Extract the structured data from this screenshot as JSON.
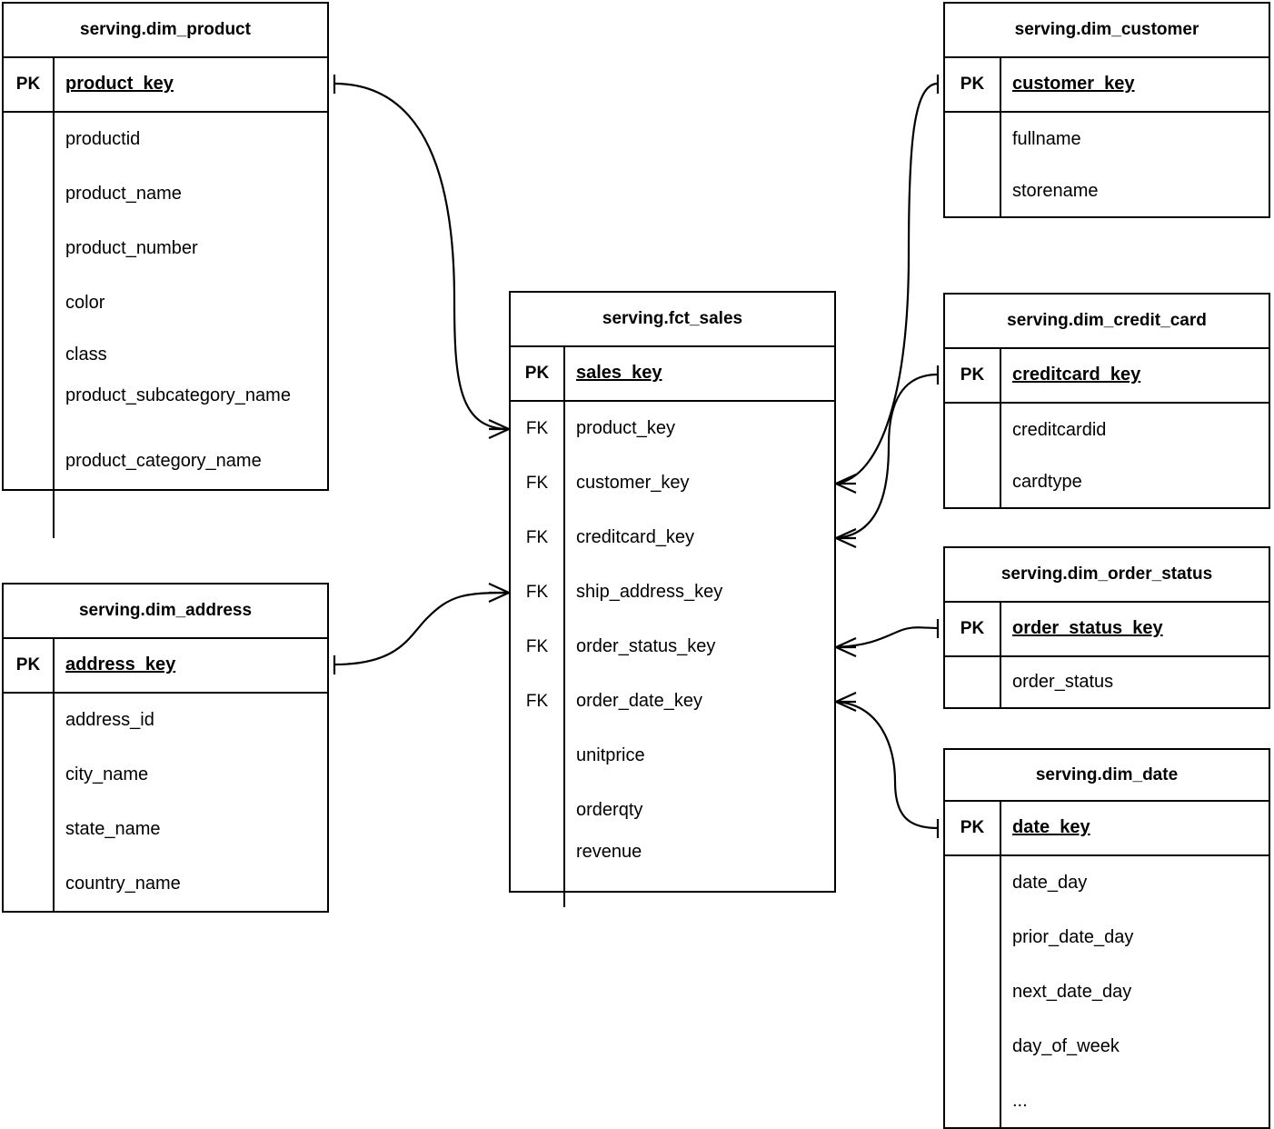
{
  "diagram": {
    "title": "Star schema ERD",
    "notation": "crow's foot",
    "background": "#ffffff",
    "line_color": "#000000"
  },
  "entities": {
    "dim_product": {
      "title": "serving.dim_product",
      "pk_label": "PK",
      "pk_field": "product_key",
      "fields": [
        "productid",
        "product_name",
        "product_number",
        "color",
        "class",
        "product_subcategory_name",
        "product_category_name"
      ]
    },
    "dim_address": {
      "title": "serving.dim_address",
      "pk_label": "PK",
      "pk_field": "address_key",
      "fields": [
        "address_id",
        "city_name",
        "state_name",
        "country_name"
      ]
    },
    "fct_sales": {
      "title": "serving.fct_sales",
      "pk_label": "PK",
      "pk_field": "sales_key",
      "fk_label": "FK",
      "fk_fields": [
        "product_key",
        "customer_key",
        "creditcard_key",
        "ship_address_key",
        "order_status_key",
        "order_date_key"
      ],
      "measures": [
        "unitprice",
        "orderqty",
        "revenue"
      ]
    },
    "dim_customer": {
      "title": "serving.dim_customer",
      "pk_label": "PK",
      "pk_field": "customer_key",
      "fields": [
        "fullname",
        "storename"
      ]
    },
    "dim_credit_card": {
      "title": "serving.dim_credit_card",
      "pk_label": "PK",
      "pk_field": "creditcard_key",
      "fields": [
        "creditcardid",
        "cardtype"
      ]
    },
    "dim_order_status": {
      "title": "serving.dim_order_status",
      "pk_label": "PK",
      "pk_field": "order_status_key",
      "fields": [
        "order_status"
      ]
    },
    "dim_date": {
      "title": "serving.dim_date",
      "pk_label": "PK",
      "pk_field": "date_key",
      "fields": [
        "date_day",
        "prior_date_day",
        "next_date_day",
        "day_of_week",
        "..."
      ]
    }
  },
  "relationships": [
    {
      "from": "dim_product",
      "from_field": "product_key",
      "to": "fct_sales",
      "to_field": "product_key",
      "from_card": "one",
      "to_card": "many"
    },
    {
      "from": "dim_address",
      "from_field": "address_key",
      "to": "fct_sales",
      "to_field": "ship_address_key",
      "from_card": "one",
      "to_card": "many"
    },
    {
      "from": "dim_customer",
      "from_field": "customer_key",
      "to": "fct_sales",
      "to_field": "customer_key",
      "from_card": "one",
      "to_card": "many"
    },
    {
      "from": "dim_credit_card",
      "from_field": "creditcard_key",
      "to": "fct_sales",
      "to_field": "creditcard_key",
      "from_card": "one",
      "to_card": "many"
    },
    {
      "from": "dim_order_status",
      "from_field": "order_status_key",
      "to": "fct_sales",
      "to_field": "order_status_key",
      "from_card": "one",
      "to_card": "many"
    },
    {
      "from": "dim_date",
      "from_field": "date_key",
      "to": "fct_sales",
      "to_field": "order_date_key",
      "from_card": "one",
      "to_card": "many"
    }
  ]
}
